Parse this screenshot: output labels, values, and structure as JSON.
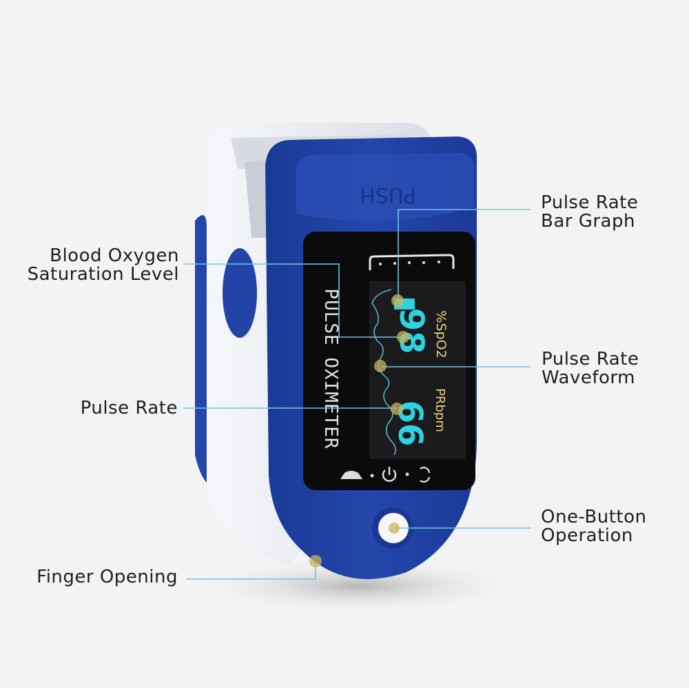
{
  "device": {
    "push_label": "PUSH",
    "brand_text": "PULSE OXIMETER",
    "spo2_unit": "%SpO2",
    "spo2_value": "98",
    "pr_unit": "PRbpm",
    "pr_value": "66",
    "icons": [
      "battery-icon",
      "power-icon",
      "rotate-icon"
    ]
  },
  "callouts": {
    "pulse_bar_graph": {
      "line1": "Pulse Rate",
      "line2": "Bar Graph"
    },
    "blood_oxygen": {
      "line1": "Blood Oxygen",
      "line2": "Saturation Level"
    },
    "waveform": {
      "line1": "Pulse Rate",
      "line2": "Waveform"
    },
    "pulse_rate": {
      "line1": "Pulse Rate"
    },
    "one_button": {
      "line1": "One-Button",
      "line2": "Operation"
    },
    "finger_opening": {
      "line1": "Finger Opening"
    }
  },
  "colors": {
    "body_blue": "#1f3f9e",
    "body_white": "#e9ecf2",
    "lcd_black": "#0a0a0a",
    "digit_cyan": "#2ed3df",
    "unit_yellow": "#e8d47a",
    "leader_line": "#6fc6df",
    "marker": "#c8b45a"
  }
}
